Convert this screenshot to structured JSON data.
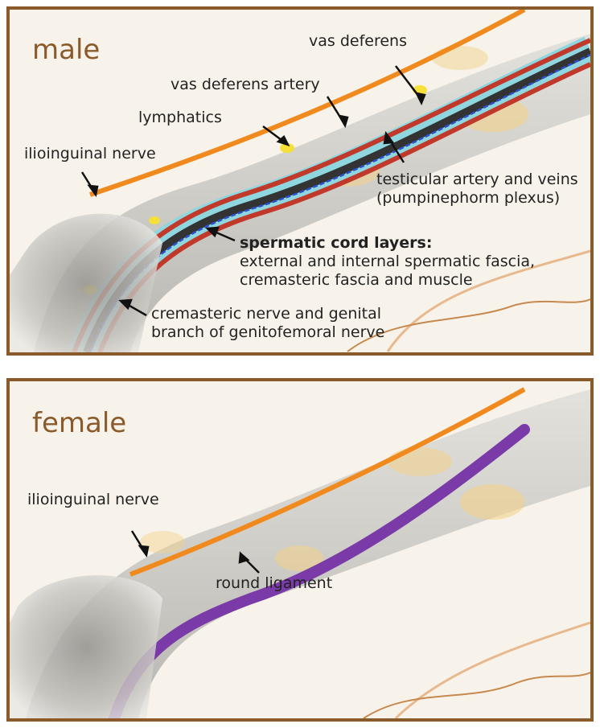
{
  "male": {
    "title": "male",
    "labels": {
      "vas_deferens": "vas deferens",
      "vas_deferens_artery": "vas deferens artery",
      "lymphatics": "lymphatics",
      "ilioinguinal_nerve": "ilioinguinal nerve",
      "testicular_line1": "testicular artery and veins",
      "testicular_line2": "(pumpinephorm plexus)",
      "cord_layers_heading": "spermatic cord layers:",
      "cord_layers_line1": "external and internal spermatic fascia,",
      "cord_layers_line2": "cremasteric fascia and muscle",
      "cremasteric_line1": "cremasteric nerve and genital",
      "cremasteric_line2": "branch of genitofemoral nerve"
    }
  },
  "female": {
    "title": "female",
    "labels": {
      "ilioinguinal_nerve": "ilioinguinal nerve",
      "round_ligament": "round ligament"
    }
  },
  "colors": {
    "frame": "#8a5a2b",
    "background": "#f7f3ea",
    "nerve": "#f08a1e",
    "artery": "#c0392b",
    "lymph": "#8fd6df",
    "vas": "#333333",
    "veins": "#2a4fcf",
    "round_ligament": "#7a3aa8",
    "fat": "#f2d28a"
  }
}
